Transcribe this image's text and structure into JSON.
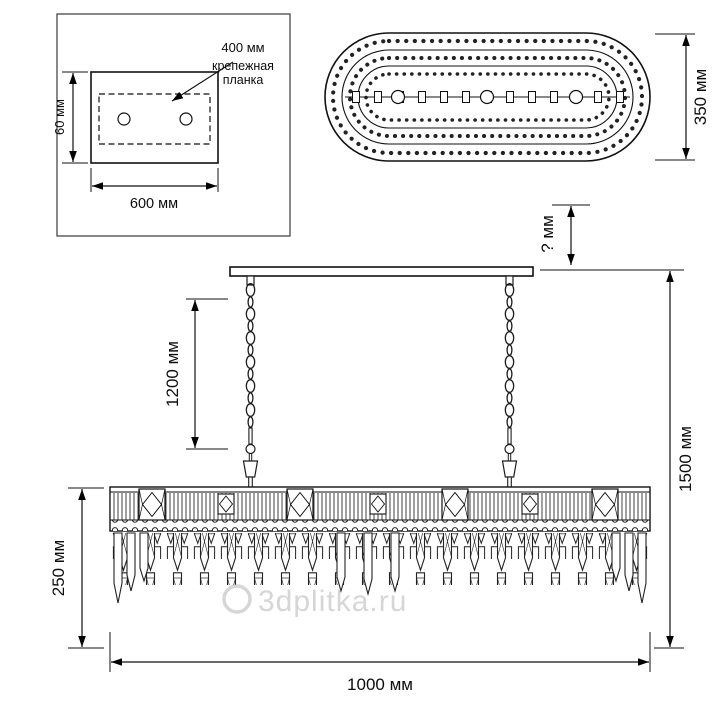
{
  "watermark": {
    "text": "3dplitka.ru"
  },
  "mounting_detail": {
    "dim_400": "400 мм",
    "label_line1": "крепежная",
    "label_line2": "планка",
    "dim_60": "60 мм",
    "dim_600": "600 мм"
  },
  "top_view": {
    "dim_350": "350 мм"
  },
  "front_view": {
    "dim_unknown": "? мм",
    "dim_1200": "1200 мм",
    "dim_1500": "1500 мм",
    "dim_250": "250 мм",
    "dim_1000": "1000 мм"
  }
}
